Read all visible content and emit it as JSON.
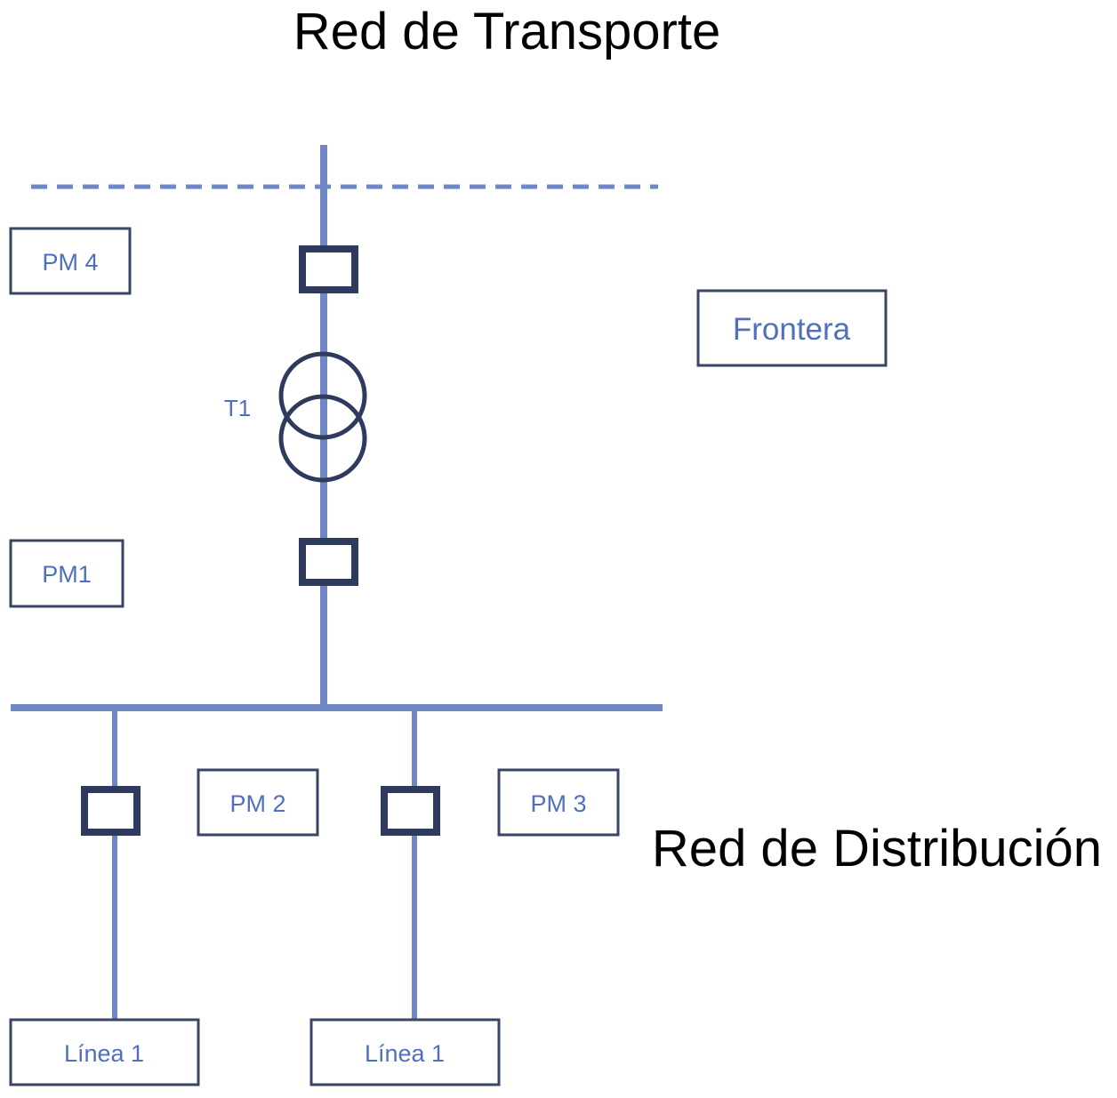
{
  "title_top": "Red de Transporte",
  "title_bottom": "Red de Distribución",
  "transformer_label": "T1",
  "boxes": {
    "pm4": "PM 4",
    "pm1": "PM1",
    "pm2": "PM 2",
    "pm3": "PM 3",
    "frontera": "Frontera",
    "linea_left": "Línea 1",
    "linea_right": "Línea 1"
  },
  "colors": {
    "line": "#6f87c4",
    "dark": "#2f3b5e",
    "label": "#4f6fbf"
  }
}
